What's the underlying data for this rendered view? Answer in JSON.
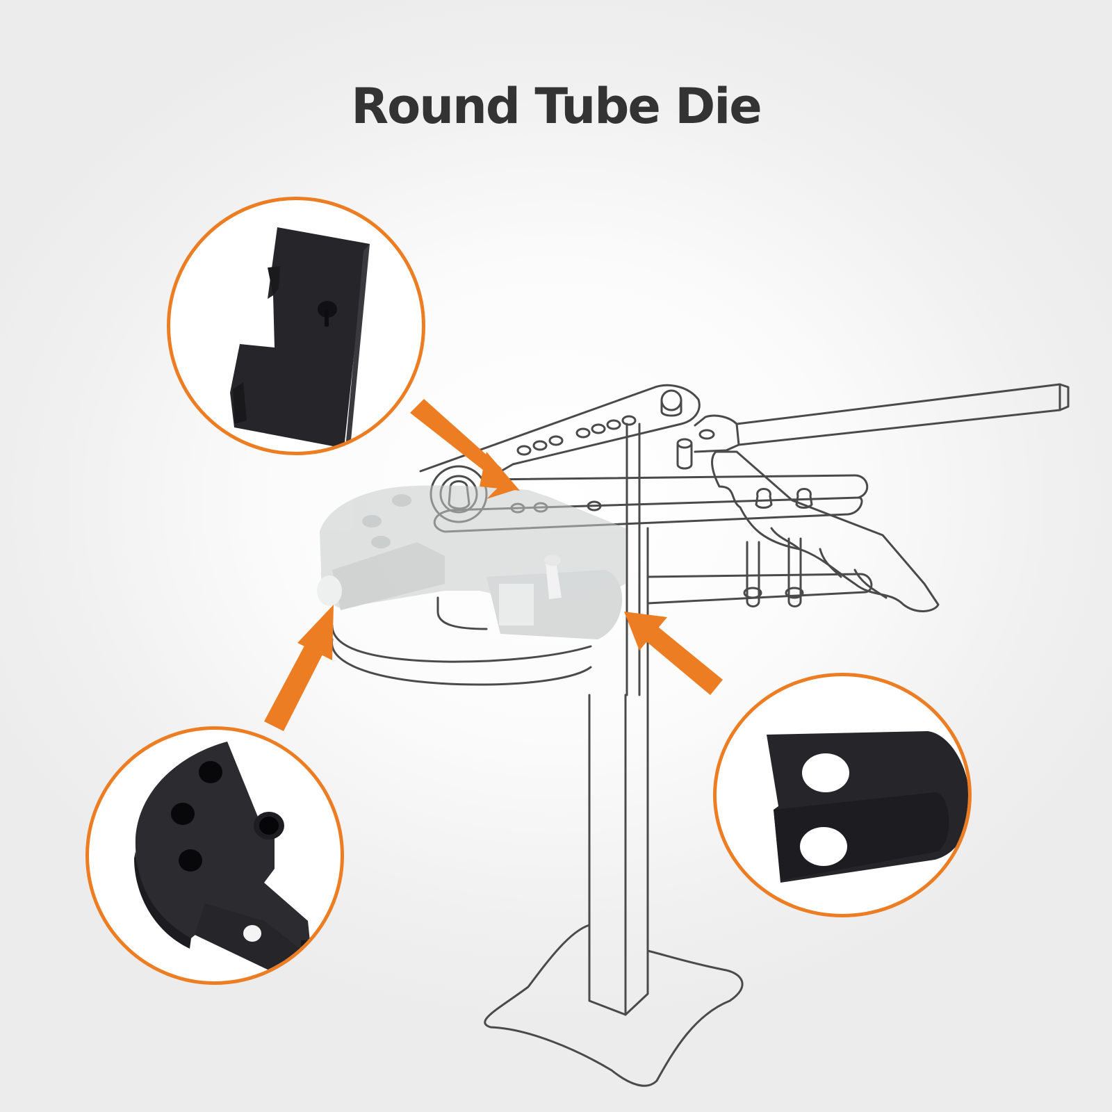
{
  "title": "Round Tube Die",
  "colors": {
    "accent_orange": "#ec7d22",
    "title_text": "#333333",
    "line_art": "#4a4a4a",
    "part_black": "#222226",
    "background": "#efefef"
  },
  "illustration": {
    "subject": "pipe-bender-stand-line-drawing",
    "highlighted_die": "round-tube-die"
  },
  "callouts": [
    {
      "id": "top-left",
      "part": "follow-block",
      "arrow_to": "die-center"
    },
    {
      "id": "bottom-left",
      "part": "bending-die-with-pivot",
      "arrow_to": "die-left-edge"
    },
    {
      "id": "bottom-right",
      "part": "u-strap",
      "arrow_to": "die-strap"
    }
  ]
}
